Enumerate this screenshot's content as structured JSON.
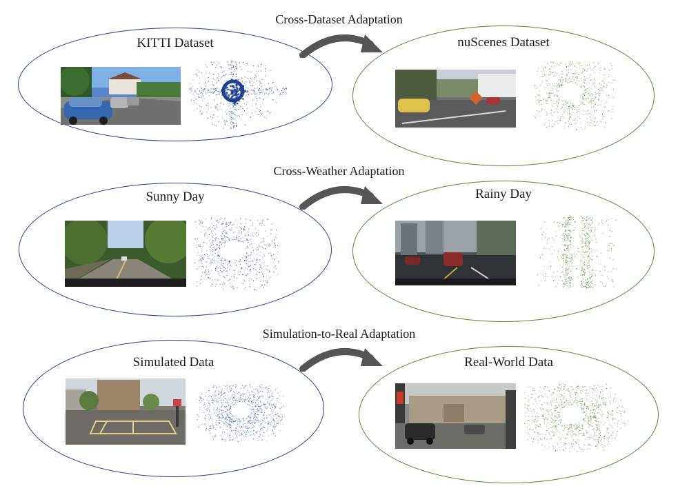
{
  "colors": {
    "source": "#1f3f8f",
    "target": "#4f8a2f",
    "arrow": "#555555"
  },
  "rows": [
    {
      "title": "Cross-Dataset Adaptation",
      "source": {
        "label": "KITTI Dataset",
        "photo_icon": "suburban-street-photo",
        "scan_icon": "lidar-point-cloud-icon"
      },
      "target": {
        "label": "nuScenes Dataset",
        "photo_icon": "urban-street-photo",
        "scan_icon": "lidar-point-cloud-icon"
      }
    },
    {
      "title": "Cross-Weather Adaptation",
      "source": {
        "label": "Sunny Day",
        "photo_icon": "tree-lined-road-photo",
        "scan_icon": "lidar-point-cloud-icon"
      },
      "target": {
        "label": "Rainy Day",
        "photo_icon": "rainy-road-photo",
        "scan_icon": "lidar-point-cloud-icon"
      }
    },
    {
      "title": "Simulation-to-Real Adaptation",
      "source": {
        "label": "Simulated Data",
        "photo_icon": "simulated-intersection-photo",
        "scan_icon": "lidar-point-cloud-icon"
      },
      "target": {
        "label": "Real-World Data",
        "photo_icon": "city-intersection-photo",
        "scan_icon": "lidar-point-cloud-icon"
      }
    }
  ]
}
